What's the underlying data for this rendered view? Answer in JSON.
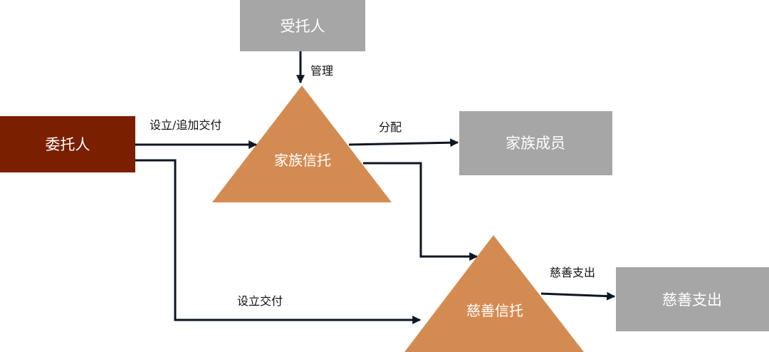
{
  "nodes": {
    "trustee": "受托人",
    "settlor": "委托人",
    "family_trust": "家族信托",
    "family_members": "家族成员",
    "charity_trust": "慈善信托",
    "charity_expense": "慈善支出"
  },
  "edges": {
    "manage": "管理",
    "establish_add": "设立/追加交付",
    "distribute": "分配",
    "establish": "设立交付",
    "charity_spend": "慈善支出"
  },
  "colors": {
    "gray_box": "#a6a6a6",
    "settlor_box": "#7a1f00",
    "trust_triangle": "#d48b52",
    "edge": "#0e1624"
  }
}
